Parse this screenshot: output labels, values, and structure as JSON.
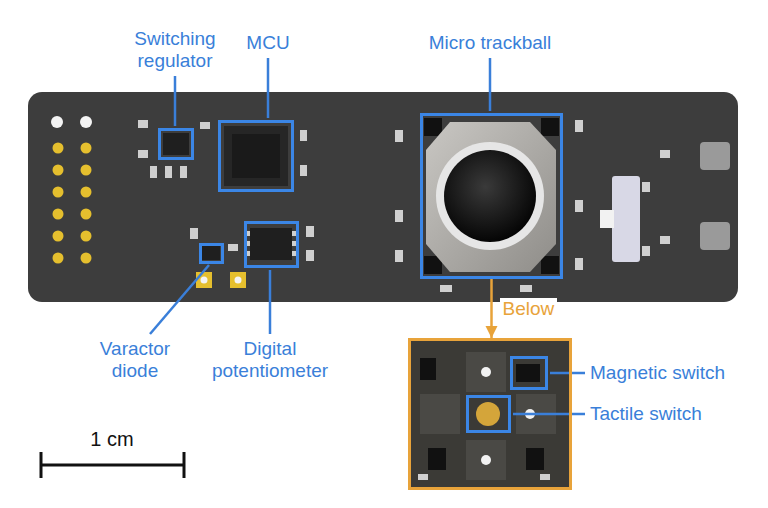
{
  "diagram": {
    "nodes": [
      {
        "text": [
          "Switching regulator"
        ]
      },
      {
        "text": [
          "MCU"
        ]
      },
      {
        "text": [
          "Micro trackball"
        ]
      },
      {
        "text": [
          "Varactor diode"
        ]
      },
      {
        "text": [
          "Digital potentiometer"
        ]
      },
      {
        "text": []
      },
      {
        "text": [
          "Magnetic switch"
        ],
        "in": 5
      },
      {
        "text": [
          "Tactile switch"
        ],
        "in": 5
      }
    ],
    "edges": [
      {
        "from": 2,
        "to": 5,
        "arrow": "to",
        "label": "Below"
      }
    ],
    "labels": [
      "1 cm"
    ]
  }
}
